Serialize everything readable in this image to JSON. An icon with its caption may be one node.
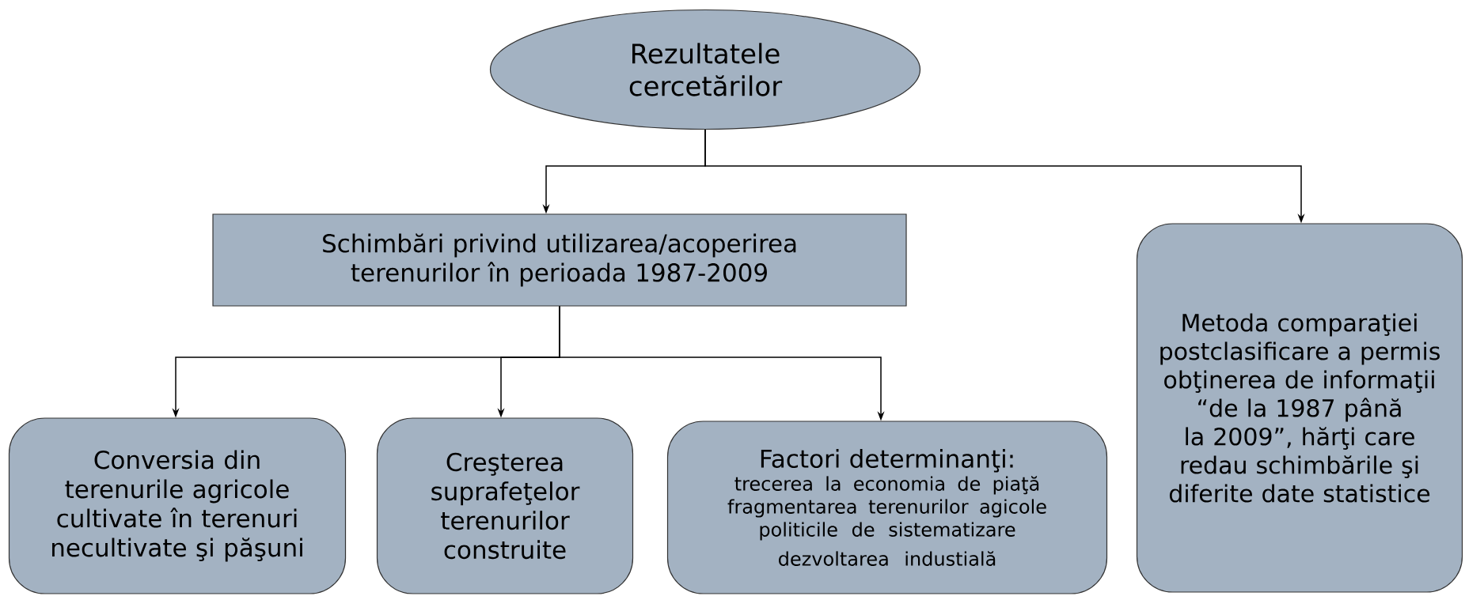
{
  "diagram": {
    "nodes": [
      {
        "text": [
          "Rezultatele cercetărilor"
        ]
      },
      {
        "text": [
          "Schimbări privind utilizarea/acoperirea terenurilor în perioada 1987-2009"
        ]
      },
      {
        "text": [
          "Metoda comparaţiei postclasificare a permis obţinerea de informaţii “de la 1987 până la 2009”, hărţi care redau schimbările şi diferite date statistice"
        ]
      },
      {
        "text": [
          "Conversia din terenurile agricole cultivate în terenuri necultivate şi păşuni"
        ]
      },
      {
        "text": [
          "Creşterea suprafeţelor terenurilor construite"
        ]
      },
      {
        "text": [
          "Factori determinanţi:",
          "trecerea la economia de piaţă",
          "fragmentarea terenurilor agicole",
          "politicile de sistematizare",
          "dezvoltarea industială"
        ]
      }
    ],
    "edges": [
      {
        "from": 0,
        "to": 1,
        "arrow": "to"
      },
      {
        "from": 0,
        "to": 2,
        "arrow": "to"
      },
      {
        "from": 1,
        "to": 3,
        "arrow": "to"
      },
      {
        "from": 1,
        "to": 4,
        "arrow": "to"
      },
      {
        "from": 1,
        "to": 5,
        "arrow": "to"
      }
    ]
  }
}
